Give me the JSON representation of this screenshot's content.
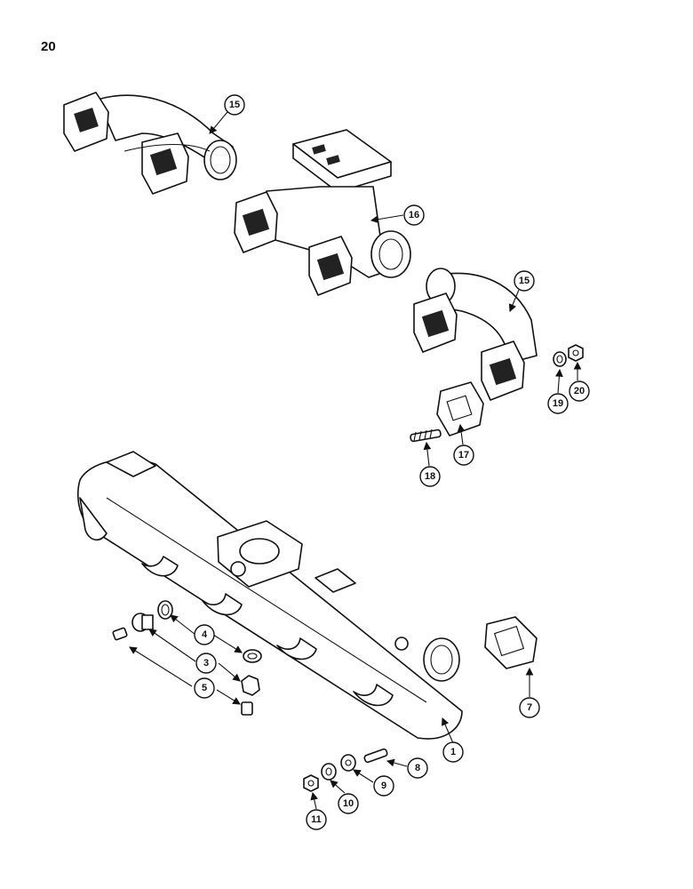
{
  "page": {
    "number": "20"
  },
  "colors": {
    "line": "#111111",
    "background": "#ffffff"
  },
  "callouts": {
    "c1": "1",
    "c3": "3",
    "c4": "4",
    "c5": "5",
    "c7": "7",
    "c8": "8",
    "c9": "9",
    "c10": "10",
    "c11": "11",
    "c15a": "15",
    "c15b": "15",
    "c16": "16",
    "c17": "17",
    "c18": "18",
    "c19": "19",
    "c20": "20"
  }
}
